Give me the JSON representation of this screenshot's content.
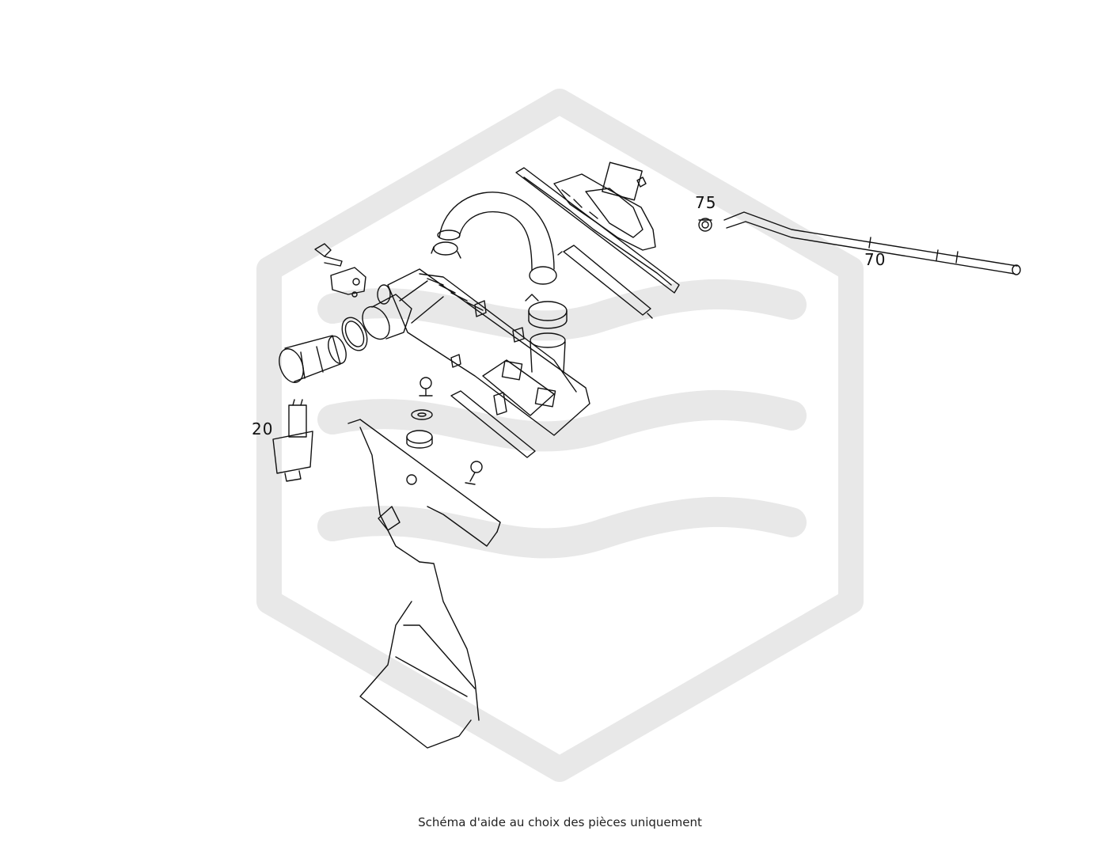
{
  "diagram": {
    "callouts": {
      "c20": "20",
      "c75": "75",
      "c70": "70"
    },
    "caption": "Schéma d'aide au choix des pièces uniquement",
    "watermark_icon": "hexagon-waves-logo-icon",
    "colors": {
      "line": "#111111",
      "watermark": "#e8e8e8",
      "background": "#ffffff"
    }
  }
}
